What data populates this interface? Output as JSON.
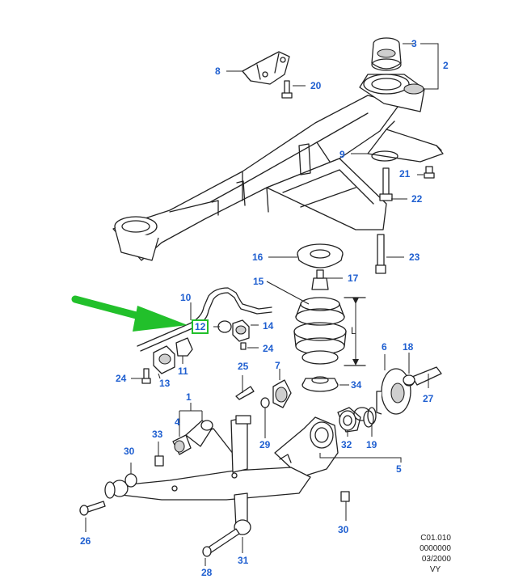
{
  "callouts": {
    "n1": "1",
    "n2": "2",
    "n3": "3",
    "n4": "4",
    "n5": "5",
    "n6": "6",
    "n7": "7",
    "n8": "8",
    "n9": "9",
    "n10": "10",
    "n11": "11",
    "n12": "12",
    "n13": "13",
    "n14": "14",
    "n15": "15",
    "n16": "16",
    "n17": "17",
    "n18": "18",
    "n19": "19",
    "n20": "20",
    "n21": "21",
    "n22": "22",
    "n23": "23",
    "n24a": "24",
    "n24b": "24",
    "n25": "25",
    "n26": "26",
    "n27": "27",
    "n28": "28",
    "n29": "29",
    "n30a": "30",
    "n30b": "30",
    "n31": "31",
    "n32": "32",
    "n33": "33",
    "n34": "34"
  },
  "dimension_label": "L",
  "drawing_code": {
    "line1": "C01.010",
    "line2": "0000000",
    "line3": "03/2000",
    "line4": "VY"
  },
  "colors": {
    "callout": "#1f5fd0",
    "highlight": "#22c02b",
    "line": "#222222"
  },
  "highlighted_part": "12"
}
